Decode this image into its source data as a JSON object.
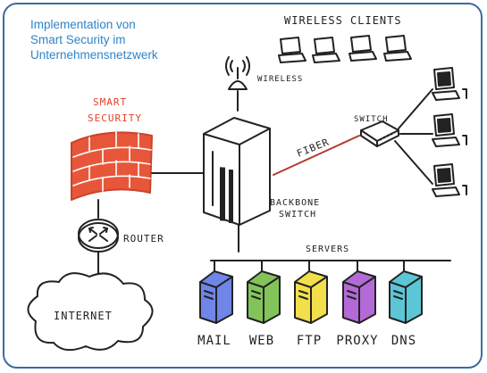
{
  "title": {
    "line1": "Implementation von",
    "line2": "Smart Security im",
    "line3": "Unternehmensnetzwerk"
  },
  "labels": {
    "wireless_clients": "WIRELESS CLIENTS",
    "wireless": "WIRELESS",
    "smart": "SMART",
    "security": "SECURITY",
    "switch": "SWITCH",
    "fiber": "FIBER",
    "backbone": "BACKBONE",
    "backbone_switch": "SWITCH",
    "router": "ROUTER",
    "servers": "SERVERS",
    "internet": "INTERNET"
  },
  "servers": [
    {
      "label": "MAIL",
      "color": "#6f86e8"
    },
    {
      "label": "WEB",
      "color": "#82c45a"
    },
    {
      "label": "FTP",
      "color": "#f2df4a"
    },
    {
      "label": "PROXY",
      "color": "#b46ad6"
    },
    {
      "label": "DNS",
      "color": "#5cc6d6"
    }
  ],
  "colors": {
    "frame": "#3a6aa6",
    "title": "#2f84c8",
    "firewall": "#e8563a",
    "security_text": "#e0432a",
    "fiber": "#b23a2a",
    "ink": "#222222"
  },
  "icons": [
    "laptop-icon",
    "antenna-icon",
    "firewall-icon",
    "router-icon",
    "cloud-icon",
    "switch-icon",
    "workstation-icon",
    "server-icon",
    "backbone-switch-icon"
  ]
}
